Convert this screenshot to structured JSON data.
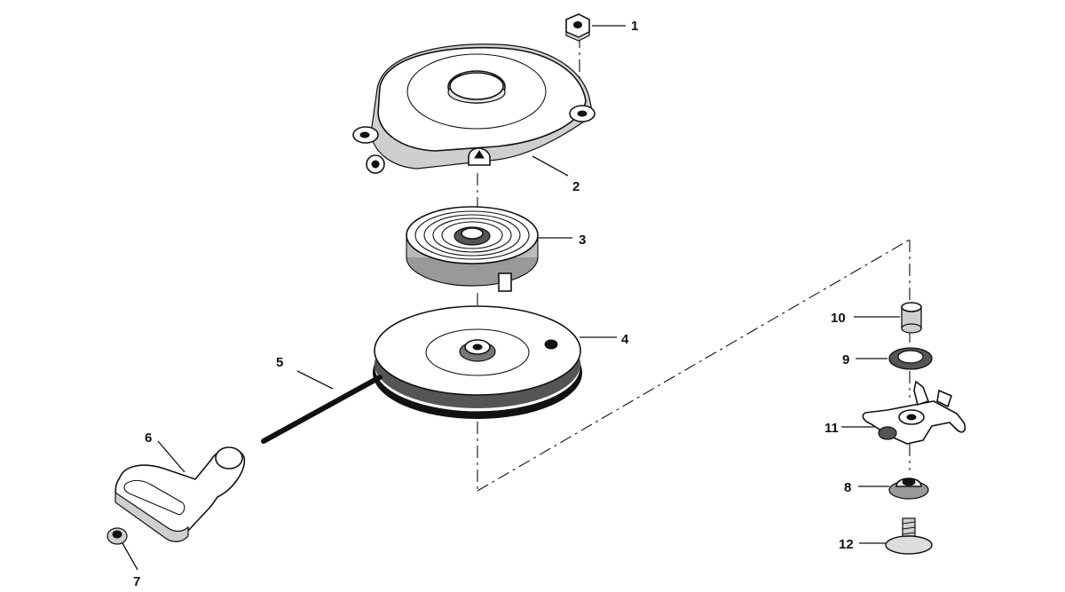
{
  "diagram": {
    "parts": [
      {
        "id": "p1",
        "number": "1",
        "icon": "hex-nut-icon"
      },
      {
        "id": "p2",
        "number": "2",
        "icon": "starter-housing-icon"
      },
      {
        "id": "p3",
        "number": "3",
        "icon": "recoil-spring-icon"
      },
      {
        "id": "p4",
        "number": "4",
        "icon": "rope-pulley-icon"
      },
      {
        "id": "p5",
        "number": "5",
        "icon": "starter-rope-icon"
      },
      {
        "id": "p6",
        "number": "6",
        "icon": "rope-handle-icon"
      },
      {
        "id": "p7",
        "number": "7",
        "icon": "handle-insert-icon"
      },
      {
        "id": "p8",
        "number": "8",
        "icon": "bushing-icon"
      },
      {
        "id": "p9",
        "number": "9",
        "icon": "washer-icon"
      },
      {
        "id": "p10",
        "number": "10",
        "icon": "spacer-icon"
      },
      {
        "id": "p11",
        "number": "11",
        "icon": "pawl-bracket-icon"
      },
      {
        "id": "p12",
        "number": "12",
        "icon": "screw-icon"
      }
    ]
  }
}
